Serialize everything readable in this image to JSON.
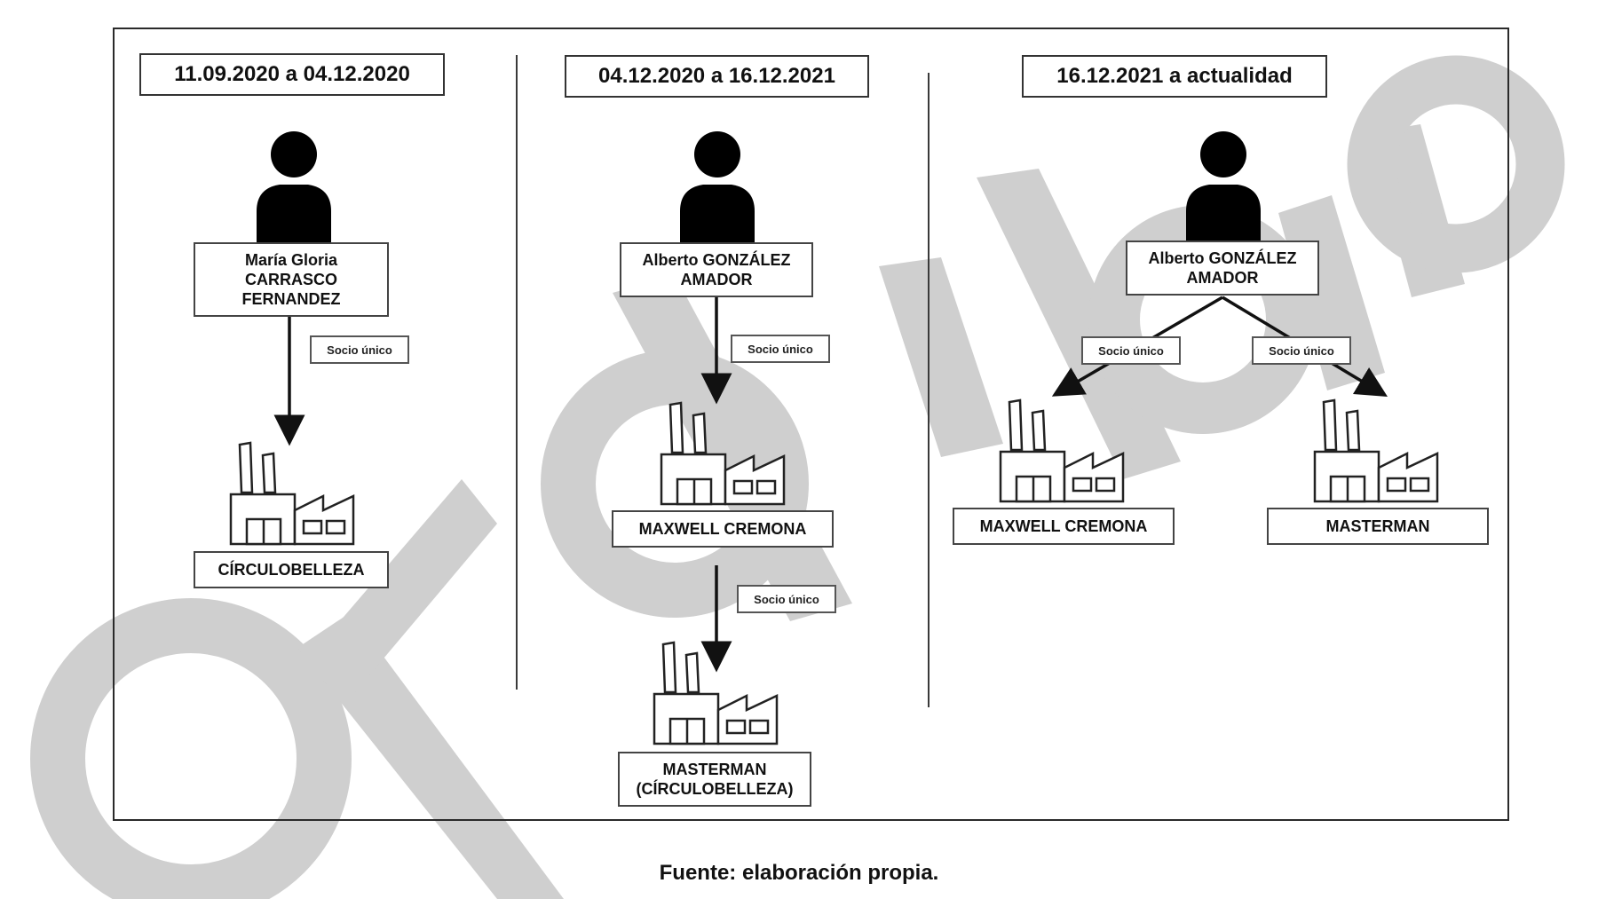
{
  "periods": [
    {
      "title": "11.09.2020 a 04.12.2020",
      "person": "María Gloria CARRASCO FERNANDEZ",
      "person_lines": [
        "María Gloria",
        "CARRASCO",
        "FERNANDEZ"
      ],
      "relation": "Socio único",
      "company": "CÍRCULOBELLEZA"
    },
    {
      "title": "04.12.2020 a 16.12.2021",
      "person": "Alberto GONZÁLEZ AMADOR",
      "person_lines": [
        "Alberto GONZÁLEZ",
        "AMADOR"
      ],
      "relation_1": "Socio único",
      "company_1": "MAXWELL CREMONA",
      "relation_2": "Socio único",
      "company_2_lines": [
        "MASTERMAN",
        "(CÍRCULOBELLEZA)"
      ]
    },
    {
      "title": "16.12.2021 a actualidad",
      "person": "Alberto GONZÁLEZ AMADOR",
      "person_lines": [
        "Alberto GONZÁLEZ",
        "AMADOR"
      ],
      "relation_left": "Socio único",
      "relation_right": "Socio único",
      "company_left": "MAXWELL CREMONA",
      "company_right": "MASTERMAN"
    }
  ],
  "caption": "Fuente: elaboración propia.",
  "watermark": "okdiario",
  "colors": {
    "line": "#111111",
    "icon": "#000000",
    "watermark": "#c8c8c8"
  }
}
